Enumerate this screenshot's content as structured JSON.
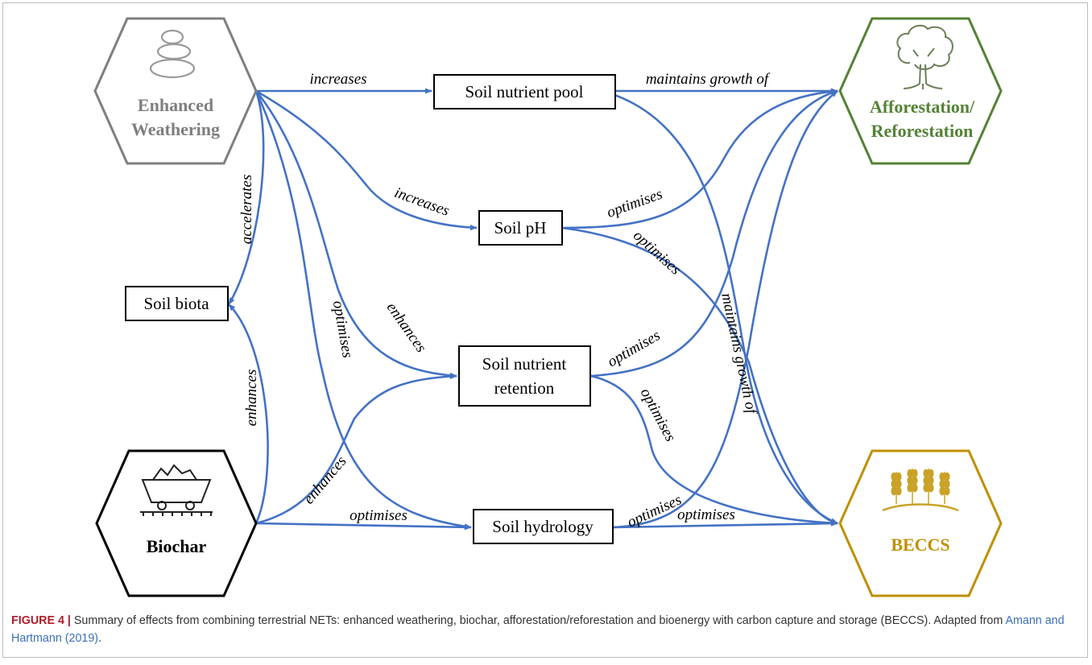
{
  "colors": {
    "edge": "#4472c4",
    "weathering": "#7f7f7f",
    "afforestation": "#548235",
    "beccs": "#bf9000",
    "biochar": "#000000",
    "figure_label": "#b11c2b",
    "link": "#3b6fb6"
  },
  "nodes": {
    "weathering": {
      "line1": "Enhanced",
      "line2": "Weathering",
      "icon": "stacked-stones-icon"
    },
    "afforestation": {
      "line1": "Afforestation/",
      "line2": "Reforestation",
      "icon": "tree-icon"
    },
    "biochar": {
      "line1": "Biochar",
      "icon": "mine-cart-icon"
    },
    "beccs": {
      "line1": "BECCS",
      "icon": "wheat-icon"
    },
    "soil_nutrient_pool": "Soil nutrient pool",
    "soil_ph": "Soil pH",
    "soil_biota": "Soil biota",
    "soil_nutrient_retention_1": "Soil nutrient",
    "soil_nutrient_retention_2": "retention",
    "soil_hydrology": "Soil hydrology"
  },
  "edges": {
    "increases_pool": "increases",
    "increases_ph": "increases",
    "maintains_growth_top": "maintains growth of",
    "accelerates": "accelerates",
    "enhances_biota": "enhances",
    "optimises_ph_aff": "optimises",
    "optimises_ph_beccs": "optimises",
    "maintains_growth_diag": "maintains growth of",
    "enhances_retention_ew": "enhances",
    "optimises_ew_hydro": "optimises",
    "optimises_ret_aff": "optimises",
    "optimises_ret_beccs": "optimises",
    "enhances_retention_bc": "enhances",
    "optimises_bc_hydro": "optimises",
    "optimises_hydro_aff": "optimises",
    "optimises_hydro_beccs": "optimises"
  },
  "caption": {
    "label": "FIGURE 4 |",
    "text": " Summary of effects from combining terrestrial NETs: enhanced weathering, biochar, afforestation/reforestation and bioenergy with carbon capture and storage (BECCS). Adapted from ",
    "ref": "Amann and Hartmann (2019)",
    "end": "."
  }
}
